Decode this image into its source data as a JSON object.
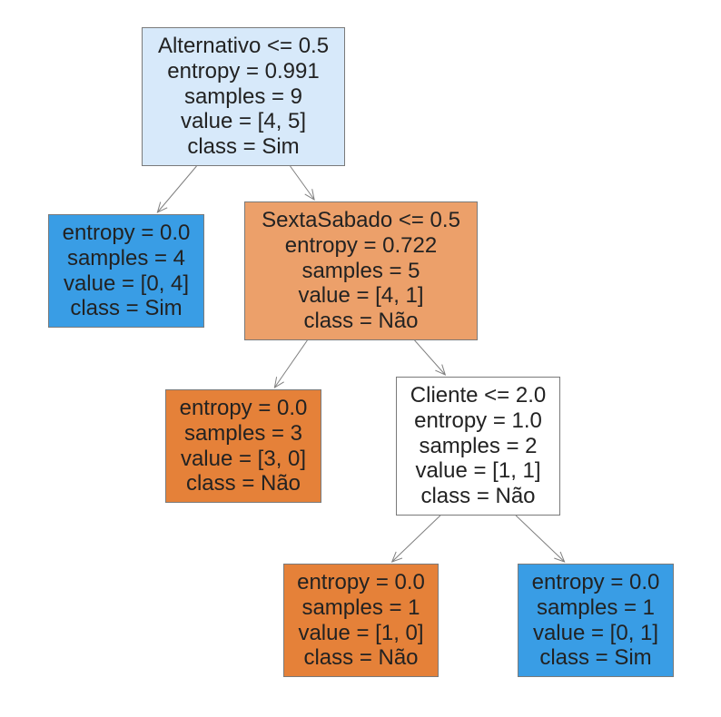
{
  "tree": {
    "nodes": [
      {
        "id": "root",
        "split": "Alternativo <= 0.5",
        "entropy": "entropy = 0.991",
        "samples": "samples = 9",
        "value": "value = [4, 5]",
        "class": "class = Sim",
        "fill": "#d7e9fa"
      },
      {
        "id": "leaf-1",
        "split": "",
        "entropy": "entropy = 0.0",
        "samples": "samples = 4",
        "value": "value = [0, 4]",
        "class": "class = Sim",
        "fill": "#399de5"
      },
      {
        "id": "node-2",
        "split": "SextaSabado <= 0.5",
        "entropy": "entropy = 0.722",
        "samples": "samples = 5",
        "value": "value = [4, 1]",
        "class": "class = Não",
        "fill": "#eca06a"
      },
      {
        "id": "leaf-3",
        "split": "",
        "entropy": "entropy = 0.0",
        "samples": "samples = 3",
        "value": "value = [3, 0]",
        "class": "class = Não",
        "fill": "#e58139"
      },
      {
        "id": "node-4",
        "split": "Cliente <= 2.0",
        "entropy": "entropy = 1.0",
        "samples": "samples = 2",
        "value": "value = [1, 1]",
        "class": "class = Não",
        "fill": "#ffffff"
      },
      {
        "id": "leaf-5",
        "split": "",
        "entropy": "entropy = 0.0",
        "samples": "samples = 1",
        "value": "value = [1, 0]",
        "class": "class = Não",
        "fill": "#e58139"
      },
      {
        "id": "leaf-6",
        "split": "",
        "entropy": "entropy = 0.0",
        "samples": "samples = 1",
        "value": "value = [0, 1]",
        "class": "class = Sim",
        "fill": "#399de5"
      }
    ],
    "edges": [
      [
        "root",
        "leaf-1"
      ],
      [
        "root",
        "node-2"
      ],
      [
        "node-2",
        "leaf-3"
      ],
      [
        "node-2",
        "node-4"
      ],
      [
        "node-4",
        "leaf-5"
      ],
      [
        "node-4",
        "leaf-6"
      ]
    ]
  }
}
